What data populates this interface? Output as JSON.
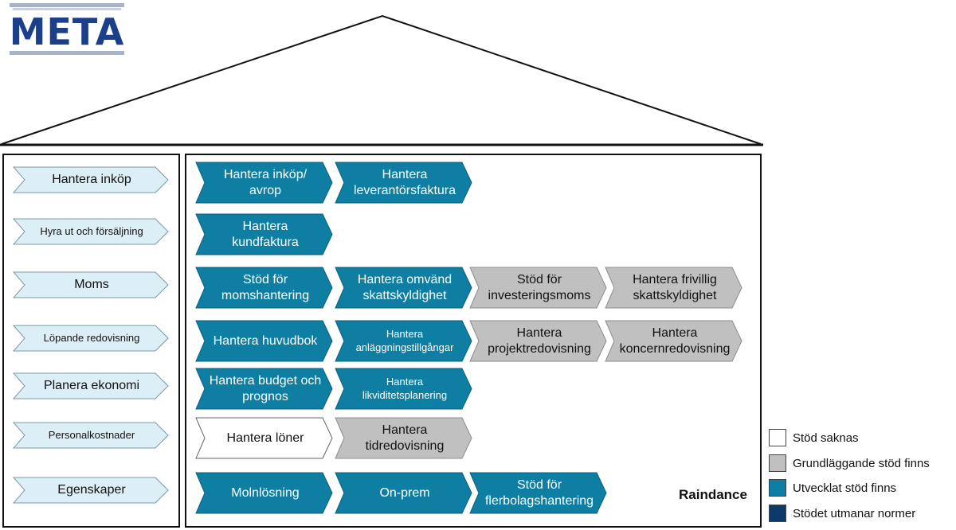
{
  "logo": {
    "text": "META"
  },
  "colors": {
    "teal": "#0e7fa3",
    "grey": "#c0c0c0",
    "white": "#ffffff",
    "navy": "#0d3a6a",
    "light": "#ddeff6",
    "frame": "#111111"
  },
  "categories": [
    {
      "label": "Hantera inköp"
    },
    {
      "label": "Hyra ut och försäljning"
    },
    {
      "label": "Moms"
    },
    {
      "label": "Löpande redovisning"
    },
    {
      "label": "Planera ekonomi"
    },
    {
      "label": "Personalkostnader"
    },
    {
      "label": "Egenskaper"
    }
  ],
  "process_rows": [
    [
      {
        "label": "Hantera inköp/ avrop",
        "status": "teal"
      },
      {
        "label": "Hantera leverantörsfaktura",
        "status": "teal"
      }
    ],
    [
      {
        "label": "Hantera kundfaktura",
        "status": "teal"
      }
    ],
    [
      {
        "label": "Stöd för momshantering",
        "status": "teal"
      },
      {
        "label": "Hantera omvänd skattskyldighet",
        "status": "teal"
      },
      {
        "label": "Stöd för investeringsmoms",
        "status": "grey"
      },
      {
        "label": "Hantera frivillig skattskyldighet",
        "status": "grey"
      }
    ],
    [
      {
        "label": "Hantera huvudbok",
        "status": "teal"
      },
      {
        "label": "Hantera anläggningstillgångar",
        "status": "teal"
      },
      {
        "label": "Hantera projektredovisning",
        "status": "grey"
      },
      {
        "label": "Hantera koncernredovisning",
        "status": "grey"
      }
    ],
    [
      {
        "label": "Hantera budget och prognos",
        "status": "teal"
      },
      {
        "label": "Hantera likviditetsplanering",
        "status": "teal"
      }
    ],
    [
      {
        "label": "Hantera löner",
        "status": "white"
      },
      {
        "label": "Hantera tidredovisning",
        "status": "grey"
      }
    ],
    [
      {
        "label": "Molnlösning",
        "status": "teal"
      },
      {
        "label": "On-prem",
        "status": "teal"
      },
      {
        "label": "Stöd för flerbolagshantering",
        "status": "teal"
      }
    ]
  ],
  "system_name": "Raindance",
  "legend": [
    {
      "label": "Stöd saknas",
      "color": "#ffffff"
    },
    {
      "label": "Grundläggande stöd finns",
      "color": "#c0c0c0"
    },
    {
      "label": "Utvecklat stöd finns",
      "color": "#0e7fa3"
    },
    {
      "label": "Stödet utmanar normer",
      "color": "#0d3a6a"
    }
  ]
}
